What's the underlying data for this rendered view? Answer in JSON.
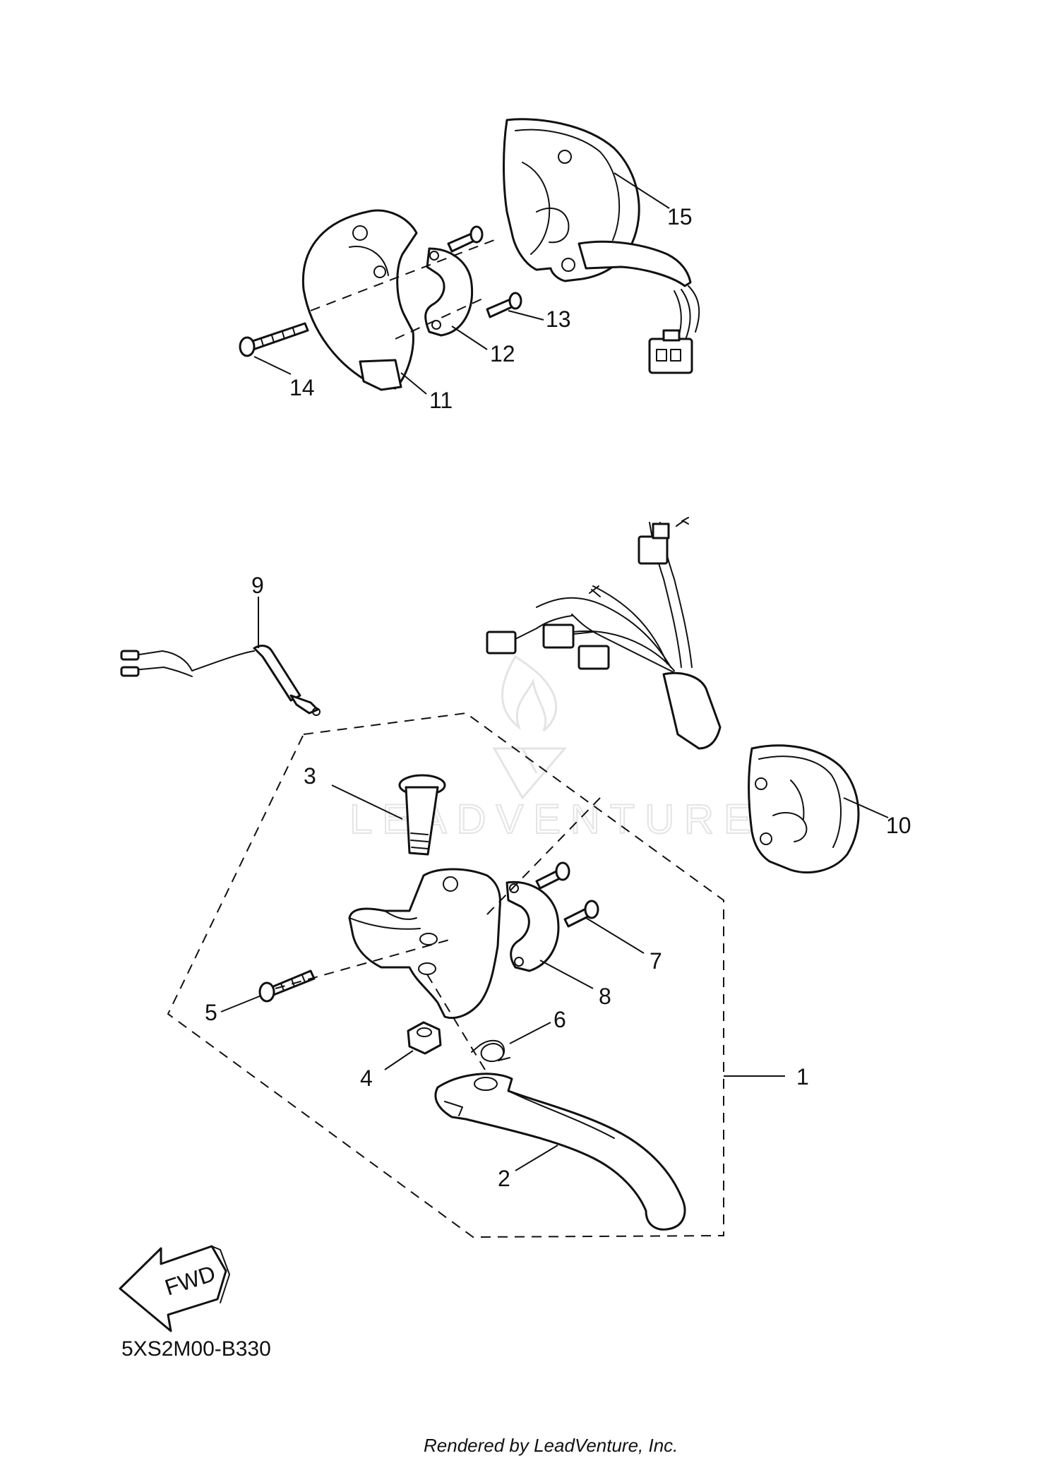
{
  "diagram_code": "5XS2M00-B330",
  "footer": "Rendered by LeadVenture, Inc.",
  "watermark": "LEADVENTURE",
  "fwd_label": "FWD",
  "callouts": {
    "c1": "1",
    "c2": "2",
    "c3": "3",
    "c4": "4",
    "c5": "5",
    "c6": "6",
    "c7": "7",
    "c8": "8",
    "c9": "9",
    "c10": "10",
    "c11": "11",
    "c12": "12",
    "c13": "13",
    "c14": "14",
    "c15": "15"
  }
}
